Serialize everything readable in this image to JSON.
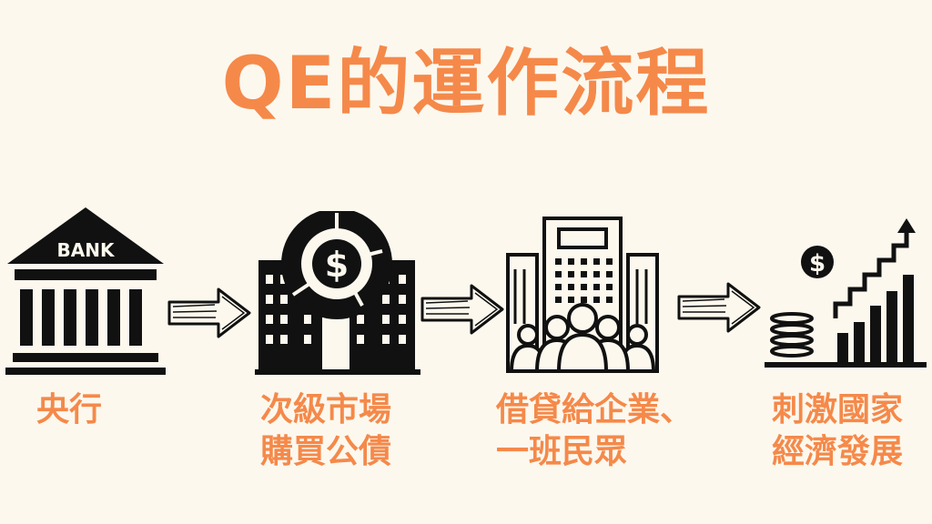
{
  "title": "QE的運作流程",
  "accent_color": "#f5894a",
  "icon_color": "#111111",
  "steps": [
    {
      "icon": "bank-icon",
      "icon_text": "BANK",
      "label_lines": [
        "央行"
      ]
    },
    {
      "icon": "city-dollar-icon",
      "icon_text": "$",
      "label_lines": [
        "次級市場",
        "購買公債"
      ]
    },
    {
      "icon": "building-people-icon",
      "label_lines": [
        "借貸給企業、",
        "一班民眾"
      ]
    },
    {
      "icon": "growth-chart-icon",
      "icon_text": "$",
      "label_lines": [
        "刺激國家",
        "經濟發展"
      ]
    }
  ],
  "arrow_icon": "right-arrow-icon"
}
